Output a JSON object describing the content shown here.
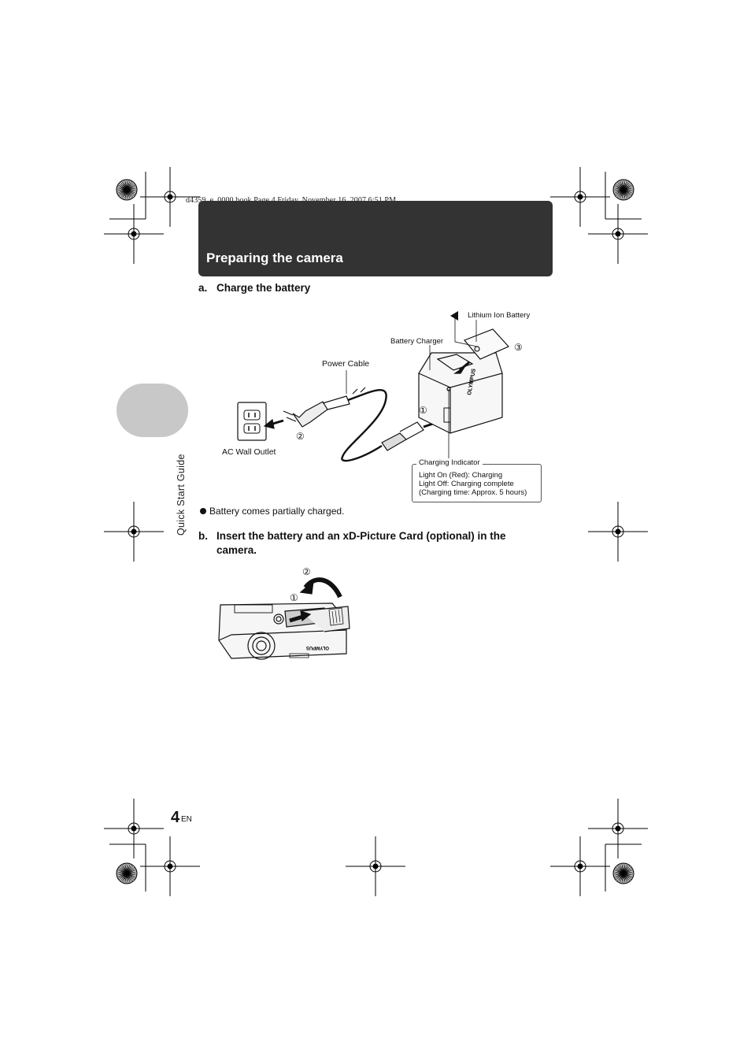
{
  "print_header": "d4359_e_0000.book  Page 4  Friday, November 16, 2007  6:51 PM",
  "title": "Preparing the camera",
  "side_tab_label": "Quick Start Guide",
  "step_a": {
    "marker": "a.",
    "text": "Charge the battery"
  },
  "figure_charge": {
    "lithium_ion_battery": "Lithium Ion Battery",
    "battery_charger": "Battery Charger",
    "power_cable": "Power Cable",
    "ac_wall_outlet": "AC Wall Outlet",
    "num_1": "①",
    "num_2": "②",
    "num_3": "③",
    "charging_indicator": {
      "heading": "Charging Indicator",
      "line1": "Light On (Red): Charging",
      "line2": "Light Off: Charging complete",
      "line3": "(Charging time: Approx. 5 hours)"
    },
    "brand_mark": "OLYMPUS"
  },
  "note": "Battery comes partially charged.",
  "step_b": {
    "marker": "b.",
    "text": "Insert the battery and an xD-Picture Card (optional) in the camera."
  },
  "figure_insert": {
    "num_1": "①",
    "num_2": "②",
    "brand_mark": "OLYMPUS"
  },
  "page_number": "4",
  "page_lang": "EN",
  "colors": {
    "title_bar": "#333333",
    "side_tab": "#c8c8c8",
    "text": "#111111"
  }
}
